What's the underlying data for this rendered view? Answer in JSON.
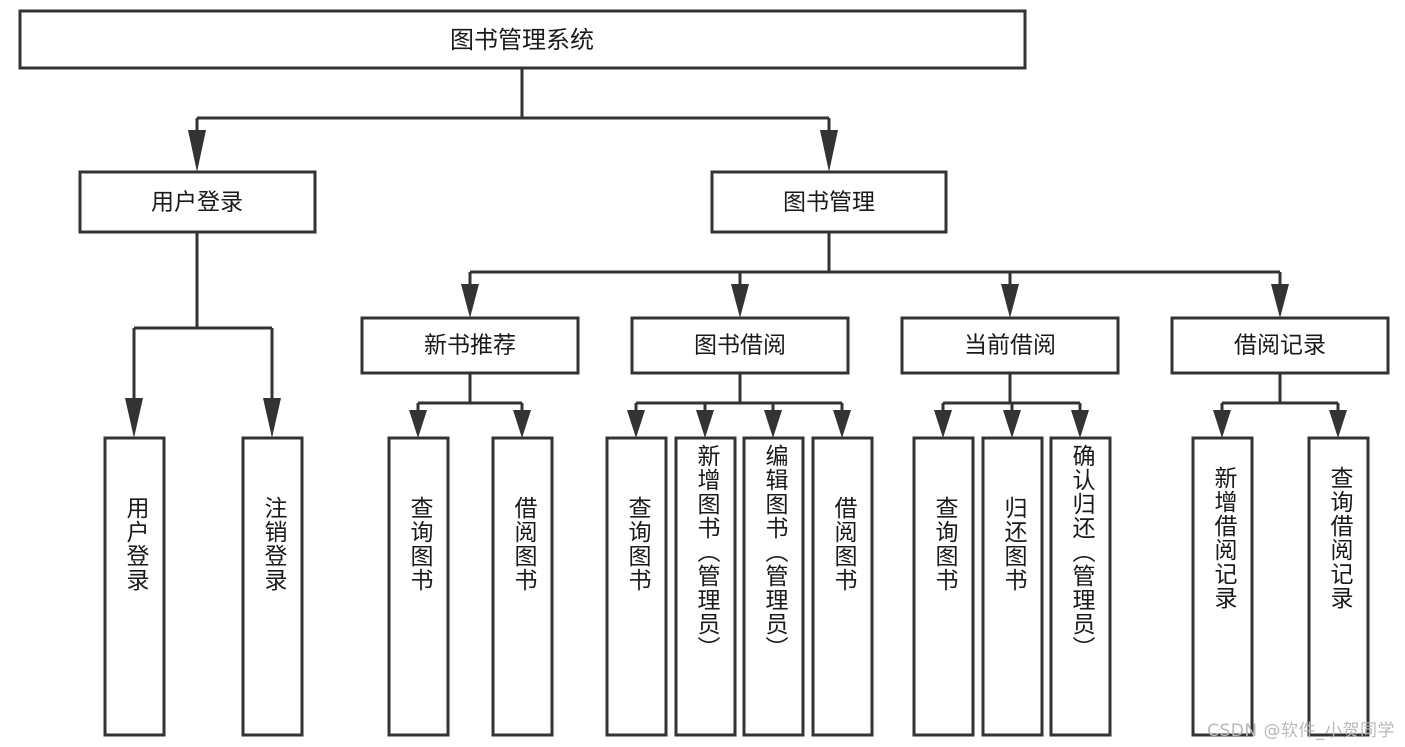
{
  "diagram": {
    "type": "tree",
    "title": "图书管理系统",
    "orientation": "top-down",
    "root": {
      "label": "图书管理系统"
    },
    "level2": [
      {
        "label": "用户登录"
      },
      {
        "label": "图书管理"
      }
    ],
    "level3": [
      {
        "label": "新书推荐"
      },
      {
        "label": "图书借阅"
      },
      {
        "label": "当前借阅"
      },
      {
        "label": "借阅记录"
      }
    ],
    "leaves": {
      "user_login": [
        {
          "label": "用户登录"
        },
        {
          "label": "注销登录"
        }
      ],
      "new_book_recommend": [
        {
          "label": "查询图书"
        },
        {
          "label": "借阅图书"
        }
      ],
      "book_borrow": [
        {
          "label": "查询图书"
        },
        {
          "label": "新增图书（管理员）"
        },
        {
          "label": "编辑图书（管理员）"
        },
        {
          "label": "借阅图书"
        }
      ],
      "current_borrow": [
        {
          "label": "查询图书"
        },
        {
          "label": "归还图书"
        },
        {
          "label": "确认归还（管理员）"
        }
      ],
      "borrow_record": [
        {
          "label": "新增借阅记录"
        },
        {
          "label": "查询借阅记录"
        }
      ]
    }
  },
  "watermark": {
    "text": "CSDN @软件_小贺同学"
  },
  "colors": {
    "stroke": "#333333",
    "fill": "#ffffff",
    "text": "#1a1a1a",
    "watermark": "#b9b9b9"
  }
}
